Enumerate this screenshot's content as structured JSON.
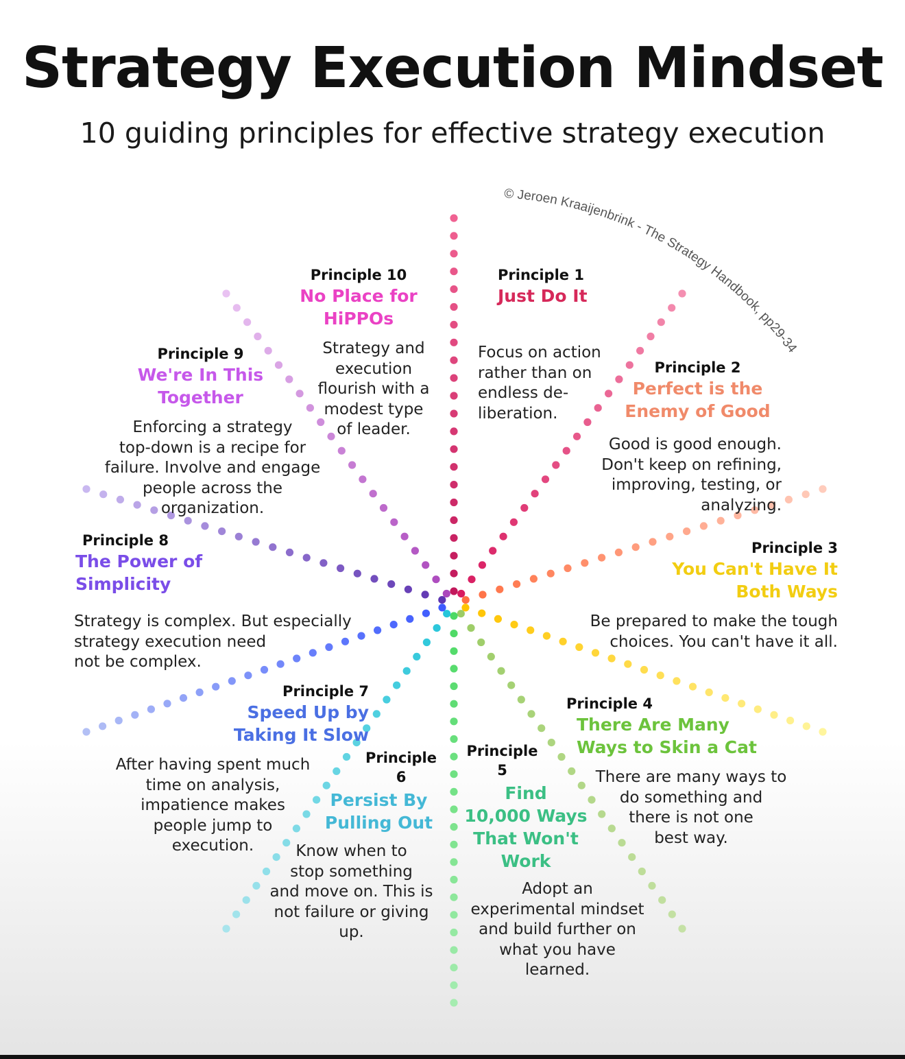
{
  "title": "Strategy Execution Mindset",
  "subtitle": "10 guiding principles for effective strategy execution",
  "copyright": "© Jeroen Kraaijenbrink - The Strategy Handbook, pp29-34",
  "principles": [
    {
      "label": "Principle 1",
      "name": "Just Do It",
      "description": "Focus on action\nrather than on\nendless de-\nliberation.",
      "color": "#d6295a"
    },
    {
      "label": "Principle 2",
      "name": "Perfect is the\nEnemy of Good",
      "description": "Good is good enough.\nDon't keep on refining,\nimproving, testing, or\nanalyzing.",
      "color": "#f08a6a"
    },
    {
      "label": "Principle 3",
      "name": "You Can't Have It\nBoth Ways",
      "description": "Be prepared to make the tough\nchoices. You can't have it all.",
      "color": "#f2cd12"
    },
    {
      "label": "Principle 4",
      "name": "There Are Many\n      Ways to Skin a Cat",
      "description": "There are many ways to\ndo something and\nthere is not one\nbest way.",
      "color": "#6cc33c"
    },
    {
      "label": "Principle\n5",
      "name": "Find\n10,000 Ways\nThat Won't\nWork",
      "description": "Adopt an\nexperimental mindset\nand build further on\nwhat you have\nlearned.",
      "color": "#3bbf84"
    },
    {
      "label": "Principle\n6",
      "name": "Persist By\nPulling Out",
      "description": "Know when to\nstop something\nand move on. This is\nnot failure or giving\nup.",
      "color": "#44b8d6"
    },
    {
      "label": "Principle 7",
      "name": "Speed Up by\nTaking It Slow",
      "description": "After having spent much\ntime on analysis,\nimpatience makes\npeople jump to\nexecution.",
      "color": "#4a6fe3"
    },
    {
      "label": "Principle 8",
      "name": "The Power of\nSimplicity",
      "description": "Strategy is complex. But especially\nstrategy execution need\n not be complex.",
      "color": "#7a4de8"
    },
    {
      "label": "Principle 9",
      "name": "We're In This\nTogether",
      "description": "Enforcing a strategy\ntop-down is a recipe for\nfailure. Involve and engage\npeople across the\norganization.",
      "color": "#c658ea"
    },
    {
      "label": "Principle 10",
      "name": "No Place for\nHiPPOs",
      "description": "Strategy and\nexecution\nflourish with a\nmodest type\nof leader.",
      "color": "#ea42c4"
    }
  ],
  "rays": [
    {
      "color_near": "#c2185b",
      "color_far": "#f06292"
    },
    {
      "color_near": "#d81b60",
      "color_far": "#f48fb1"
    },
    {
      "color_near": "#ff7043",
      "color_far": "#ffccbc"
    },
    {
      "color_near": "#ffc400",
      "color_far": "#fff59d"
    },
    {
      "color_near": "#9ccc65",
      "color_far": "#c5e1a5"
    },
    {
      "color_near": "#4cd964",
      "color_far": "#a5ecb0"
    },
    {
      "color_near": "#26c6da",
      "color_far": "#a8e4ec"
    },
    {
      "color_near": "#3d5afe",
      "color_far": "#b3c0f5"
    },
    {
      "color_near": "#5e35b1",
      "color_far": "#c9b8f0"
    },
    {
      "color_near": "#ab47bc",
      "color_far": "#e9c2f2"
    }
  ]
}
